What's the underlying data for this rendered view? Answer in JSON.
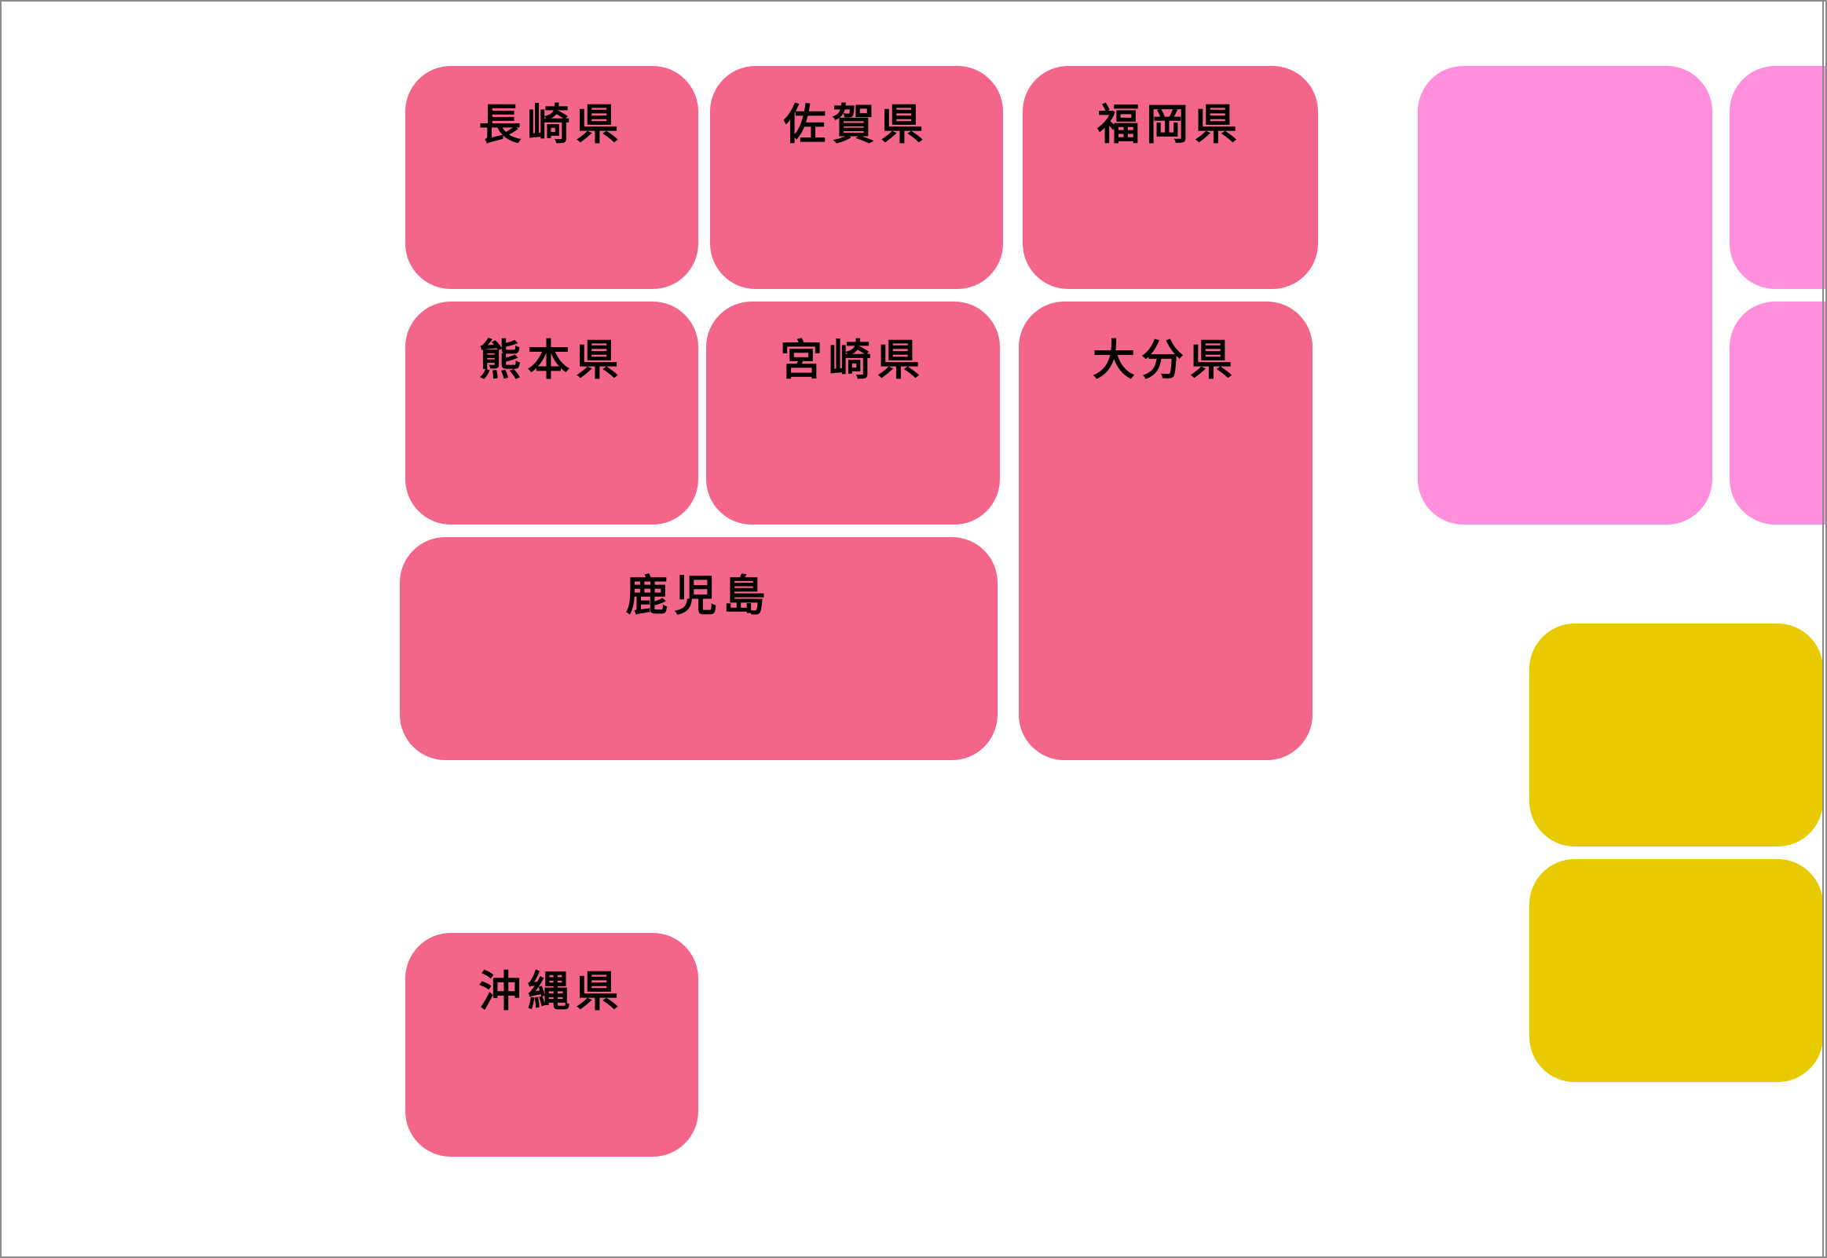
{
  "map": {
    "colors": {
      "kyushu": "#f4658a",
      "shikoku": "#ff8fdc",
      "chugoku": "#e8ca00",
      "label": "#000000",
      "frame": "#8c8c8c"
    },
    "prefectures": {
      "nagasaki": "長崎県",
      "saga": "佐賀県",
      "fukuoka": "福岡県",
      "kumamoto": "熊本県",
      "miyazaki": "宮崎県",
      "oita": "大分県",
      "kagoshima": "鹿児島",
      "okinawa": "沖縄県"
    }
  }
}
